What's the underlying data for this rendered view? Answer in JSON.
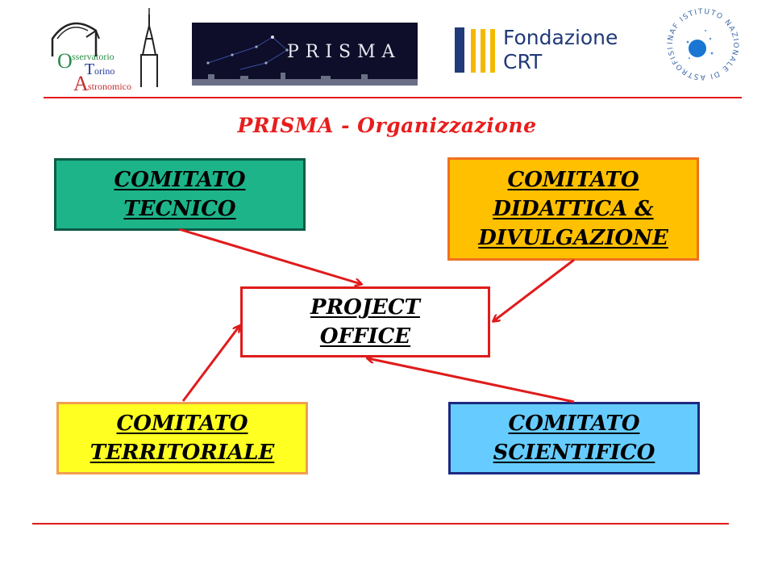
{
  "logos": {
    "oato": {
      "line1": "sservatorio",
      "letter_o": "O",
      "line2": "orino",
      "letter_t": "T",
      "line3": "stronomico",
      "letter_a": "A"
    },
    "prisma": {
      "text": "PRISMA"
    },
    "crt": {
      "line1": "Fondazione",
      "line2": "CRT",
      "accent": "#f5b800",
      "brand": "#213a78"
    },
    "inaf": {
      "ring_text": "INAF ISTITUTO NAZIONALE DI ASTROFISICA"
    }
  },
  "title": "PRISMA - Organizzazione",
  "boxes": {
    "tecnico": {
      "lines": [
        "COMITATO",
        "TECNICO"
      ],
      "color": "#1db48a"
    },
    "didattica": {
      "lines": [
        "COMITATO",
        "DIDATTICA &",
        "DIVULGAZIONE"
      ],
      "color": "#ffc000"
    },
    "project": {
      "lines": [
        "PROJECT",
        "OFFICE"
      ],
      "color": "#ffffff"
    },
    "territoriale": {
      "lines": [
        "COMITATO",
        "TERRITORIALE"
      ],
      "color": "#ffff22"
    },
    "scientifico": {
      "lines": [
        "COMITATO",
        "SCIENTIFICO"
      ],
      "color": "#66ccff"
    }
  },
  "arrows": [
    {
      "from": "tecnico",
      "to": "project"
    },
    {
      "from": "didattica",
      "to": "project"
    },
    {
      "from": "territoriale",
      "to": "project"
    },
    {
      "from": "scientifico",
      "to": "project"
    }
  ],
  "colors": {
    "accent_red": "#e01b1b",
    "title_red": "#e81d1d"
  }
}
